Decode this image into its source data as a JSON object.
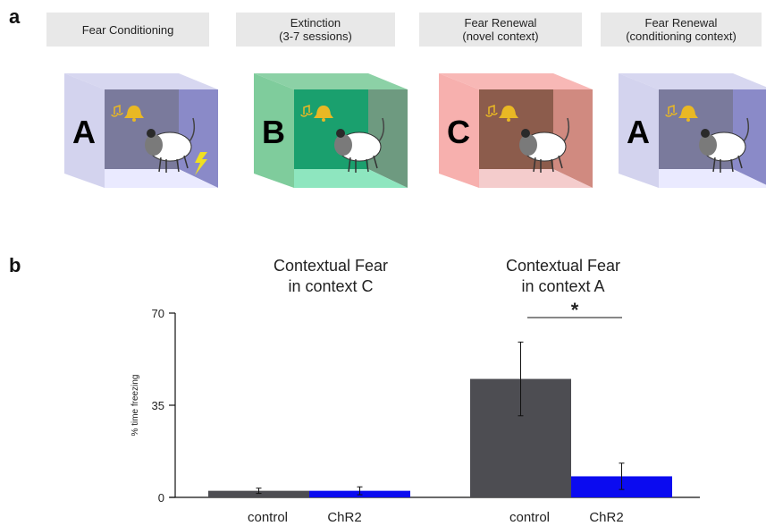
{
  "panel_a": {
    "label": "a",
    "boxes": [
      {
        "title": "Fear Conditioning",
        "context": "A",
        "front": "#d3d3ee",
        "back": "#7a7a9c",
        "side": "#8a8ac8",
        "floor": "#eaeaff",
        "shock": true
      },
      {
        "title": "Extinction\n(3-7 sessions)",
        "context": "B",
        "front": "#7fcc9c",
        "back": "#1aa06e",
        "side": "#6e9a80",
        "floor": "#8ee6bf",
        "shock": false
      },
      {
        "title": "Fear Renewal\n(novel context)",
        "context": "C",
        "front": "#f7b0ae",
        "back": "#8c5c4c",
        "side": "#d08a80",
        "floor": "#f4cccc",
        "shock": false
      },
      {
        "title": "Fear Renewal\n(conditioning context)",
        "context": "A",
        "front": "#d3d3ee",
        "back": "#7a7a9c",
        "side": "#8a8ac8",
        "floor": "#eaeaff",
        "shock": false
      }
    ]
  },
  "panel_b": {
    "label": "b",
    "chart_titles": [
      "Contextual Fear\nin context C",
      "Contextual Fear\nin context A"
    ]
  },
  "chart_data": {
    "type": "bar",
    "title": "",
    "ylabel": "% time freezing",
    "ylim": [
      0,
      70
    ],
    "yticks": [
      0,
      35,
      70
    ],
    "groups": [
      {
        "name": "Contextual Fear in context C",
        "bars": [
          {
            "category": "control",
            "value": 2.5,
            "error": 1.0,
            "color": "#4d4d52"
          },
          {
            "category": "ChR2",
            "value": 2.5,
            "error": 1.5,
            "color": "#0b0bf0"
          }
        ]
      },
      {
        "name": "Contextual Fear in context A",
        "bars": [
          {
            "category": "control",
            "value": 45,
            "error": 14,
            "color": "#4d4d52"
          },
          {
            "category": "ChR2",
            "value": 8,
            "error": 5,
            "color": "#0b0bf0"
          }
        ]
      }
    ],
    "significance": {
      "label": "*",
      "group": 1
    }
  }
}
